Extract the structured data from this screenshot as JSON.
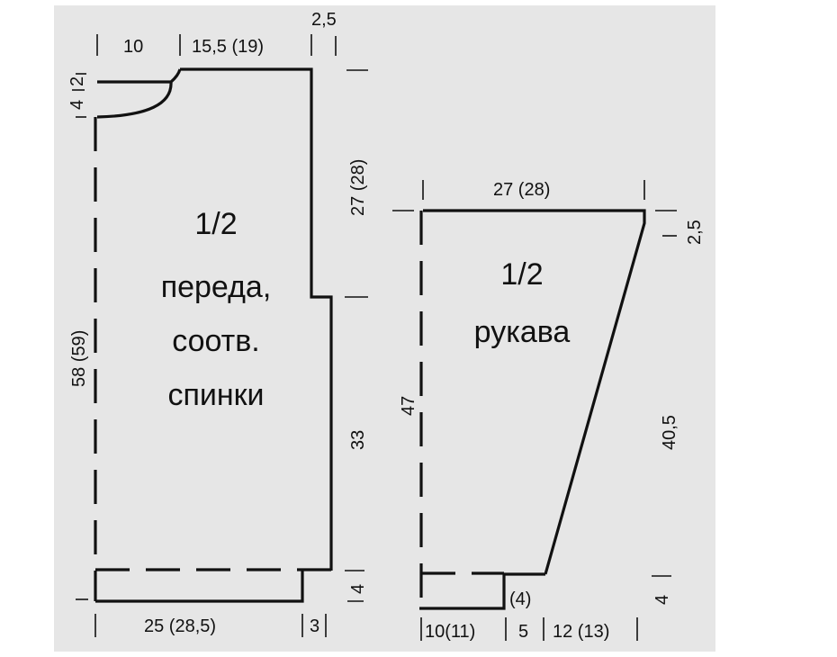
{
  "colors": {
    "paper": "#e6e6e6",
    "ink": "#111111",
    "background": "#ffffff"
  },
  "front_back": {
    "title_lines": [
      "1/2",
      "переда,",
      "соотв.",
      "спинки"
    ],
    "dims": {
      "neck_width": "10",
      "shoulder_width": "15,5 (19)",
      "shoulder_slope": "2,5",
      "neck_depth_total": "4",
      "neck_depth_back": "2",
      "armhole_height": "27 (28)",
      "total_length": "58 (59)",
      "side_length": "33",
      "hem_height": "4",
      "half_width": "25 (28,5)",
      "side_ease": "3"
    }
  },
  "sleeve": {
    "title_lines": [
      "1/2",
      "рукава"
    ],
    "dims": {
      "top_width": "27 (28)",
      "top_slope": "2,5",
      "height": "47",
      "slant_edge": "40,5",
      "cuff_height": "4",
      "cuff_extra": "(4)",
      "bottom_left": "10(11)",
      "bottom_mid": "5",
      "bottom_right": "12 (13)"
    }
  }
}
